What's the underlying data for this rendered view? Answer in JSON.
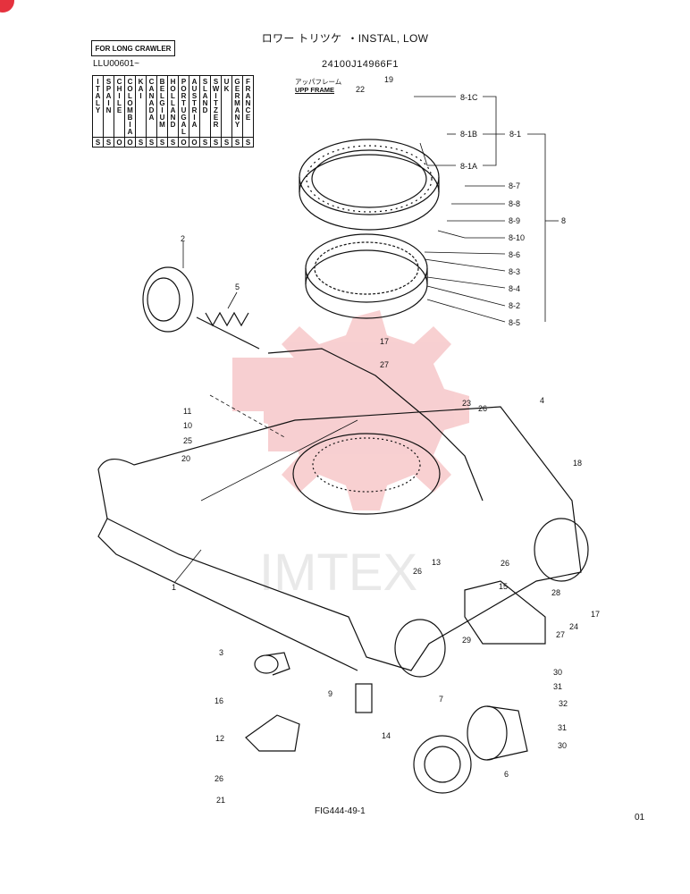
{
  "header": {
    "title_jp": "ロワー トリツケ",
    "title_en": "・INSTAL, LOW",
    "part_number": "24100J14966F1"
  },
  "applicability": {
    "box_label": "FOR LONG CRAWLER",
    "serial": "LLU00601~",
    "countries": [
      "ITALY",
      "SPAIN",
      "CHILE",
      "COLOMBIA",
      "KAI",
      "CANADA",
      "BELGIUM",
      "HOLLAND",
      "PORTUGAL",
      "AUSTRIA",
      "SLAND",
      "SWITZER",
      "UK",
      "GERMANY",
      "FRANCE"
    ],
    "marks": [
      "S",
      "S",
      "O",
      "O",
      "S",
      "S",
      "S",
      "S",
      "O",
      "O",
      "S",
      "S",
      "S",
      "S",
      "S"
    ]
  },
  "upper_frame": {
    "jp": "アッパフレーム",
    "en": "UPP FRAME"
  },
  "callouts": {
    "c22": "22",
    "c19": "19",
    "c8_1c": "8-1C",
    "c8_1b": "8-1B",
    "c8_1": "8-1",
    "c8_1a": "8-1A",
    "c8_7": "8-7",
    "c8_8": "8-8",
    "c8_9": "8-9",
    "c8": "8",
    "c8_10": "8-10",
    "c8_6": "8-6",
    "c8_3": "8-3",
    "c8_4": "8-4",
    "c8_2": "8-2",
    "c8_5": "8-5",
    "c2": "2",
    "c5": "5",
    "c17a": "17",
    "c27a": "27",
    "c4": "4",
    "c23": "23",
    "c26a": "26",
    "c11": "11",
    "c10": "10",
    "c25": "25",
    "c20": "20",
    "c18": "18",
    "c1": "1",
    "c13": "13",
    "c26b": "26",
    "c26c": "26",
    "c15": "15",
    "c28": "28",
    "c17b": "17",
    "c24": "24",
    "c27b": "27",
    "c29": "29",
    "c3": "3",
    "c16": "16",
    "c9": "9",
    "c7": "7",
    "c30a": "30",
    "c31a": "31",
    "c32": "32",
    "c31b": "31",
    "c30b": "30",
    "c14": "14",
    "c6": "6",
    "c12": "12",
    "c26d": "26",
    "c21": "21"
  },
  "watermark": {
    "text": "IMTEX",
    "color": "#f3b3b5"
  },
  "footer": {
    "figure": "FIG444-49-1",
    "page": "01"
  },
  "colors": {
    "corner_mark": "#e5323e",
    "watermark": "#f3b3b5"
  }
}
